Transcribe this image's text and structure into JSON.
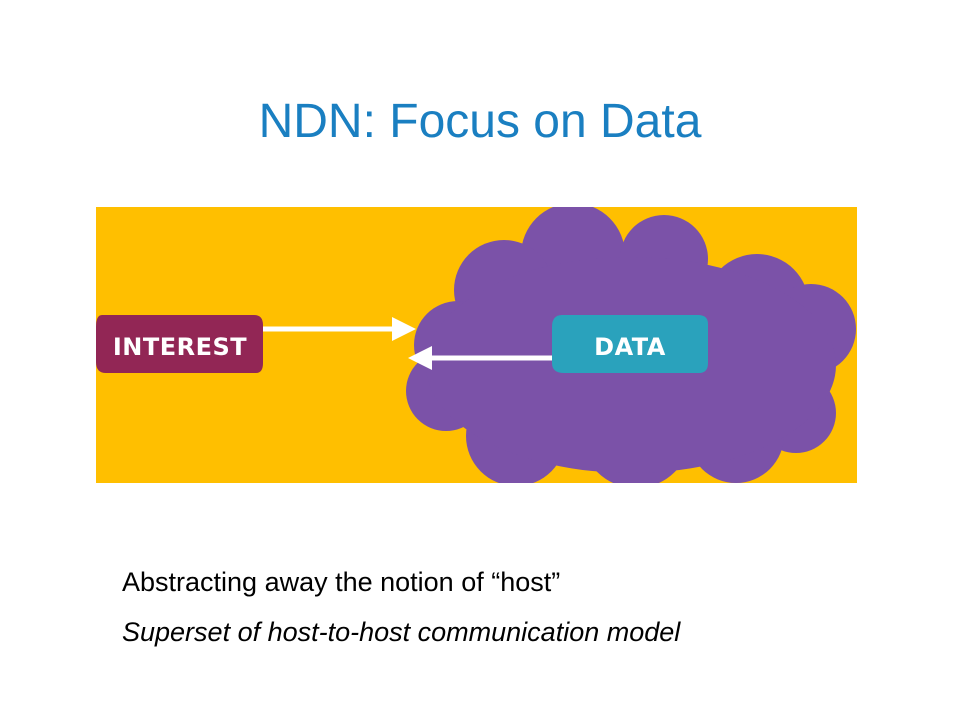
{
  "slide": {
    "title": "NDN: Focus on Data"
  },
  "diagram": {
    "interest_label": "INTEREST",
    "data_label": "DATA",
    "colors": {
      "background": "#ffbf00",
      "cloud": "#7b52a8",
      "interest": "#922655",
      "data": "#2aa2bc",
      "arrow": "#ffffff"
    }
  },
  "captions": {
    "line1": "Abstracting away the notion of “host”",
    "line2": "Superset of host-to-host communication model"
  }
}
